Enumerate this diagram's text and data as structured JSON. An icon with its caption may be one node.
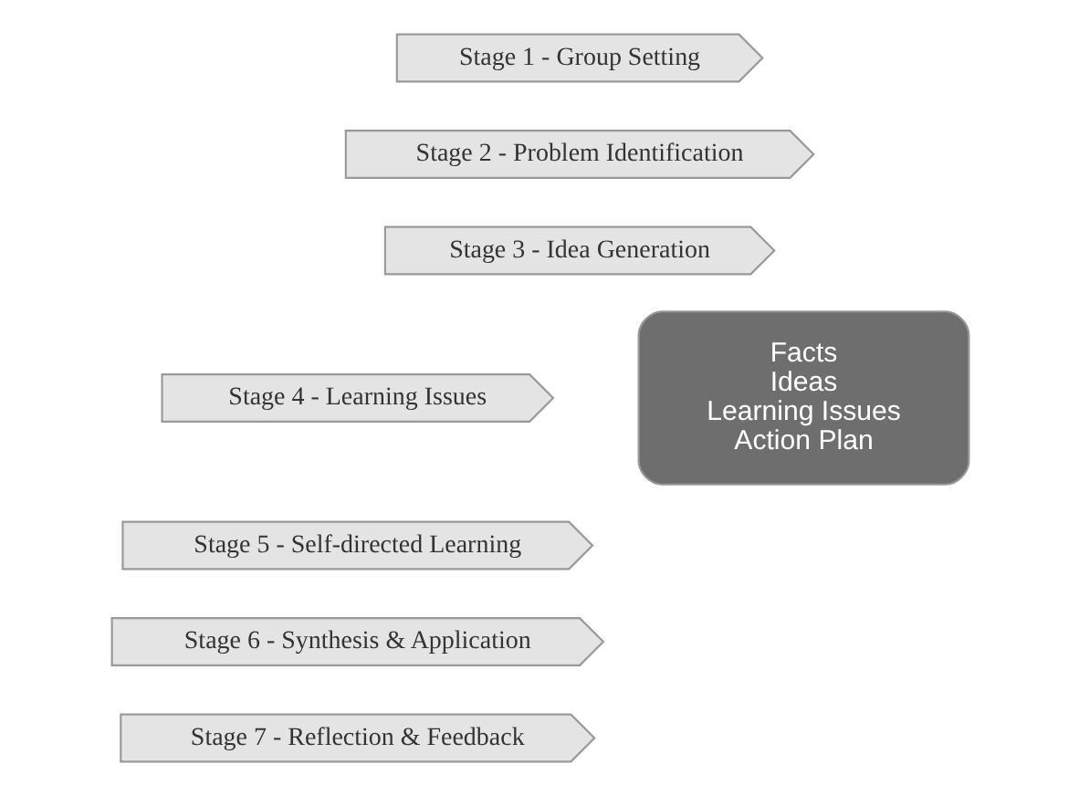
{
  "diagram": {
    "nodes": [
      {
        "text": [
          "Stage 1 - Group Setting"
        ]
      },
      {
        "text": [
          "Stage 2 - Problem Identification"
        ]
      },
      {
        "text": [
          "Stage 3 - Idea Generation"
        ]
      },
      {
        "text": [
          "Stage 4 - Learning Issues"
        ]
      },
      {
        "text": [
          "Stage 5 - Self-directed Learning"
        ]
      },
      {
        "text": [
          "Stage 6 - Synthesis & Application"
        ]
      },
      {
        "text": [
          "Stage 7 - Reflection & Feedback"
        ]
      },
      {
        "text": [
          "Facts",
          "Ideas",
          "Learning Issues",
          "Action Plan"
        ]
      }
    ],
    "edges": []
  }
}
